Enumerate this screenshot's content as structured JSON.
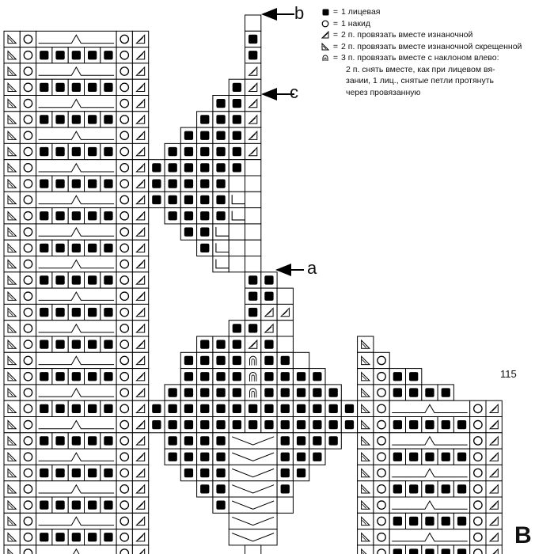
{
  "legend": {
    "items": [
      {
        "icon": "filled-square-icon",
        "eq": "=",
        "text": "1 лицевая"
      },
      {
        "icon": "circle-icon",
        "eq": "=",
        "text": "1 накид"
      },
      {
        "icon": "triangle-right-icon",
        "eq": "=",
        "text": "2 п. провязать вместе изнаночной"
      },
      {
        "icon": "triangle-left-icon",
        "eq": "=",
        "text": "2 п. провязать вместе изнаночной скрещенной"
      },
      {
        "icon": "arch-icon",
        "eq": "=",
        "text": "3 п. провязать вместе с наклоном влево:"
      }
    ],
    "continuation": [
      "2 п. снять вместе, как при лицевом вя-",
      "зании, 1 лиц., снятые петли протянуть",
      "через провязанную"
    ]
  },
  "markers": {
    "a": "a",
    "b": "b",
    "c": "c"
  },
  "row_number": "115",
  "chart_letter": "B",
  "chart_data": {
    "type": "knitting-chart",
    "grid": {
      "cols": 31,
      "rows": 34
    },
    "symbols": {
      "S": "1 лицевая",
      "O": "1 накид",
      "T": "2 п. провязать вместе изнаночной",
      "L": "2 п. провязать вместе изнаночной скрещенной",
      "N": "3 п. провязать вместе с наклоном влево"
    },
    "left_panel": {
      "row_patterns": [
        "peak",
        "squares"
      ],
      "edge_left": "L",
      "edge_right": "T"
    },
    "right_panel_rows": [
      {
        "row": 21,
        "cells": [
          [
            22,
            "L"
          ]
        ]
      },
      {
        "row": 22,
        "cells": [
          [
            22,
            "L"
          ],
          [
            23,
            "O"
          ]
        ]
      },
      {
        "row": 23,
        "cells": [
          [
            22,
            "L"
          ],
          [
            23,
            "O"
          ],
          [
            24,
            "S"
          ],
          [
            25,
            "S"
          ]
        ]
      },
      {
        "row": 24,
        "cells": [
          [
            22,
            "L"
          ],
          [
            23,
            "O"
          ],
          [
            24,
            "S"
          ],
          [
            25,
            "S"
          ],
          [
            26,
            "S"
          ],
          [
            27,
            "S"
          ]
        ]
      }
    ],
    "center_motif_notes": "leaf motif with knit squares, decreases (T/L) and 3-st decreases (N)"
  }
}
